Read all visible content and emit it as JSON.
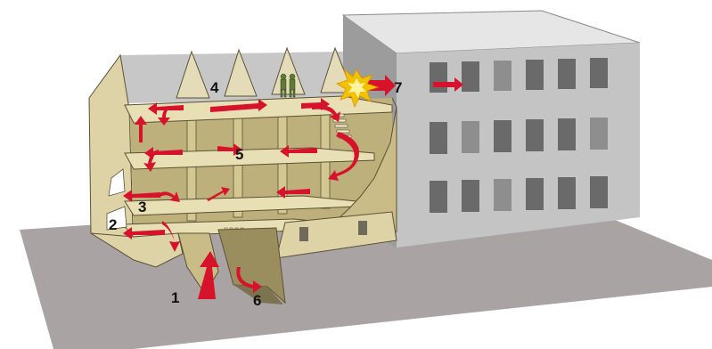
{
  "colors": {
    "background": "#ffffff",
    "ground": "#a9a3a4",
    "house_wall": "#ddd3a6",
    "house_wall_shadow": "#c9bc86",
    "house_interior": "#bdb07a",
    "house_edge": "#5b5136",
    "office_front": "#c4c4c4",
    "office_side": "#9c9c9c",
    "office_top": "#e6e6e6",
    "window": "#6a6a6a",
    "window_light": "#8e8e8e",
    "arrow": "#d7132c",
    "explosion_outer": "#f2c200",
    "explosion_inner": "#fff3a0",
    "soldier": "#5f7b34"
  },
  "labels": {
    "l1": "1",
    "l2": "2",
    "l3": "3",
    "l4": "4",
    "l5": "5",
    "l6": "6",
    "l7": "7"
  }
}
